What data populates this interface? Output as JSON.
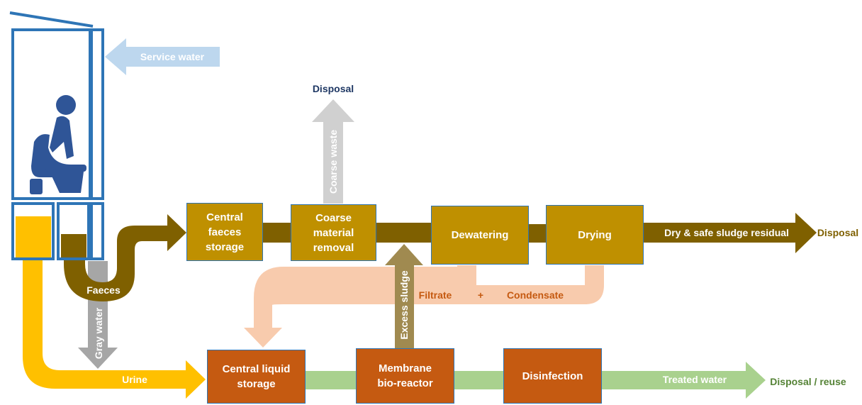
{
  "colors": {
    "faeces_flow": "#7f6000",
    "gold_box": "#bf9000",
    "rust_box": "#c55a11",
    "urine_flow": "#ffc000",
    "liquid_flow": "#a9d18e",
    "return_flow": "#f8cbad",
    "gray_water": "#a6a6a6",
    "service_water": "#bdd7ee",
    "excess_sludge": "#a08a50",
    "toilet_blue": "#2e75b6",
    "person_blue": "#2f5597"
  },
  "boxes": {
    "central_faeces_storage": "Central\nfaeces\nstorage",
    "coarse_material_removal": "Coarse\nmaterial\nremoval",
    "dewatering": "Dewatering",
    "drying": "Drying",
    "central_liquid_storage": "Central liquid\nstorage",
    "membrane_bioreactor": "Membrane\nbio-reactor",
    "disinfection": "Disinfection"
  },
  "flows": {
    "service_water": "Service water",
    "disposal_top": "Disposal",
    "coarse_waste": "Coarse waste",
    "dry_safe_sludge": "Dry & safe sludge residual",
    "disposal_right": "Disposal",
    "faeces": "Faeces",
    "gray_water": "Gray water",
    "filtrate": "Filtrate",
    "plus": "+",
    "condensate": "Condensate",
    "excess_sludge": "Excess sludge",
    "urine": "Urine",
    "treated_water": "Treated water",
    "disposal_reuse": "Disposal / reuse"
  }
}
